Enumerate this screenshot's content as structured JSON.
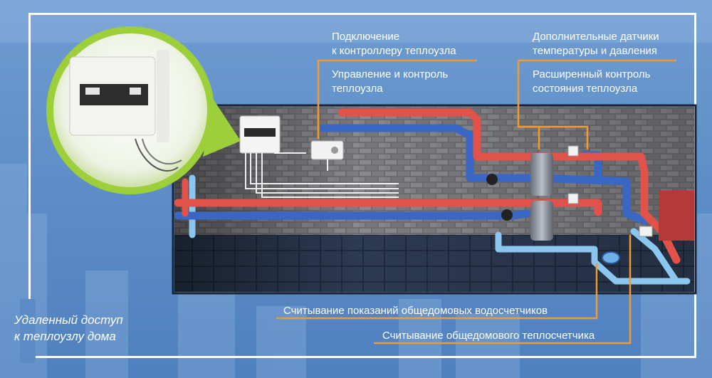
{
  "labels": {
    "controller_connection": [
      "Подключение",
      "к контроллеру теплоузла"
    ],
    "control": [
      "Управление и контроль",
      "теплоузла"
    ],
    "sensors": [
      "Дополнительные датчики",
      "температуры и давления"
    ],
    "extended_control": [
      "Расширенный контроль",
      "состояния теплоузла"
    ],
    "water_meters": "Считывание показаний общедомовых водосчетчиков",
    "heat_meter": "Считывание общедомового теплосчетчика"
  },
  "caption": [
    "Удаленный доступ",
    "к теплоузлу дома"
  ],
  "colors": {
    "accent_line": "#f39a2e",
    "hot_pipe": "#e0524a",
    "cold_pipe": "#3a66c4",
    "return_pipe": "#8ac6ee",
    "frame": "#ffffff",
    "background": "#5f8fc8"
  }
}
